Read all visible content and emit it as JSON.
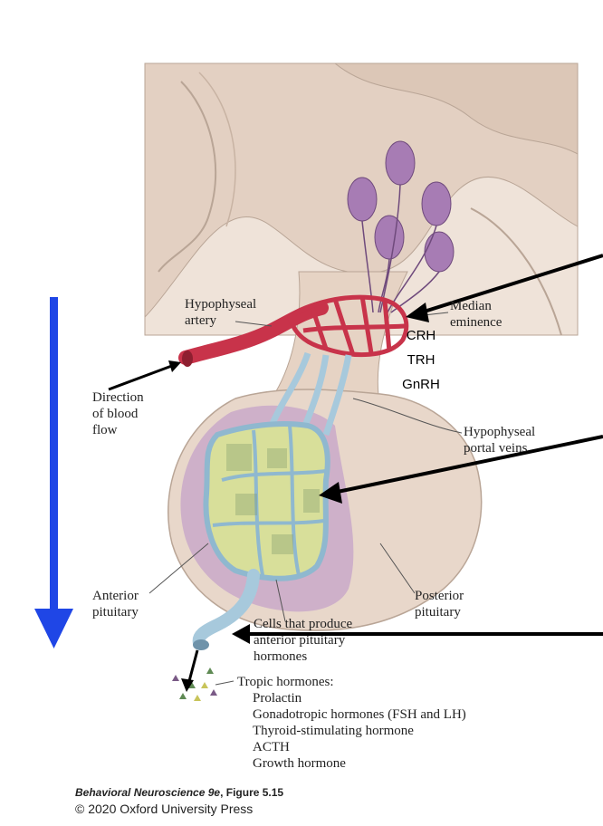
{
  "labels": {
    "hypophyseal_artery": [
      "Hypophyseal",
      "artery"
    ],
    "median_eminence": [
      "Median",
      "eminence"
    ],
    "direction_of_blood_flow": [
      "Direction",
      "of blood",
      "flow"
    ],
    "hypophyseal_portal_veins": [
      "Hypophyseal",
      "portal veins"
    ],
    "anterior_pituitary": [
      "Anterior",
      "pituitary"
    ],
    "posterior_pituitary": [
      "Posterior",
      "pituitary"
    ],
    "cells_that_produce": [
      "Cells that produce",
      "anterior pituitary",
      "hormones"
    ],
    "tropic_hormones_title": "Tropic hormones:",
    "tropic_hormones_list": [
      "Prolactin",
      "Gonadotropic hormones (FSH and LH)",
      "Thyroid-stimulating hormone",
      "ACTH",
      "Growth hormone"
    ]
  },
  "releasing_hormones": [
    "CRH",
    "TRH",
    "GnRH"
  ],
  "credit": {
    "line1_title": "Behavioral Neuroscience 9e",
    "line1_suffix": ", Figure 5.15",
    "line2": "© 2020 Oxford University Press"
  },
  "colors": {
    "tissue": "#e6d3c4",
    "tissue_dark": "#cdb6a4",
    "artery": "#c8334a",
    "portal": "#a7c9dc",
    "anterior_lobe": "#c7a7c8",
    "neuron": "#9b6aa8",
    "blue_arrow": "#1f46e6"
  }
}
